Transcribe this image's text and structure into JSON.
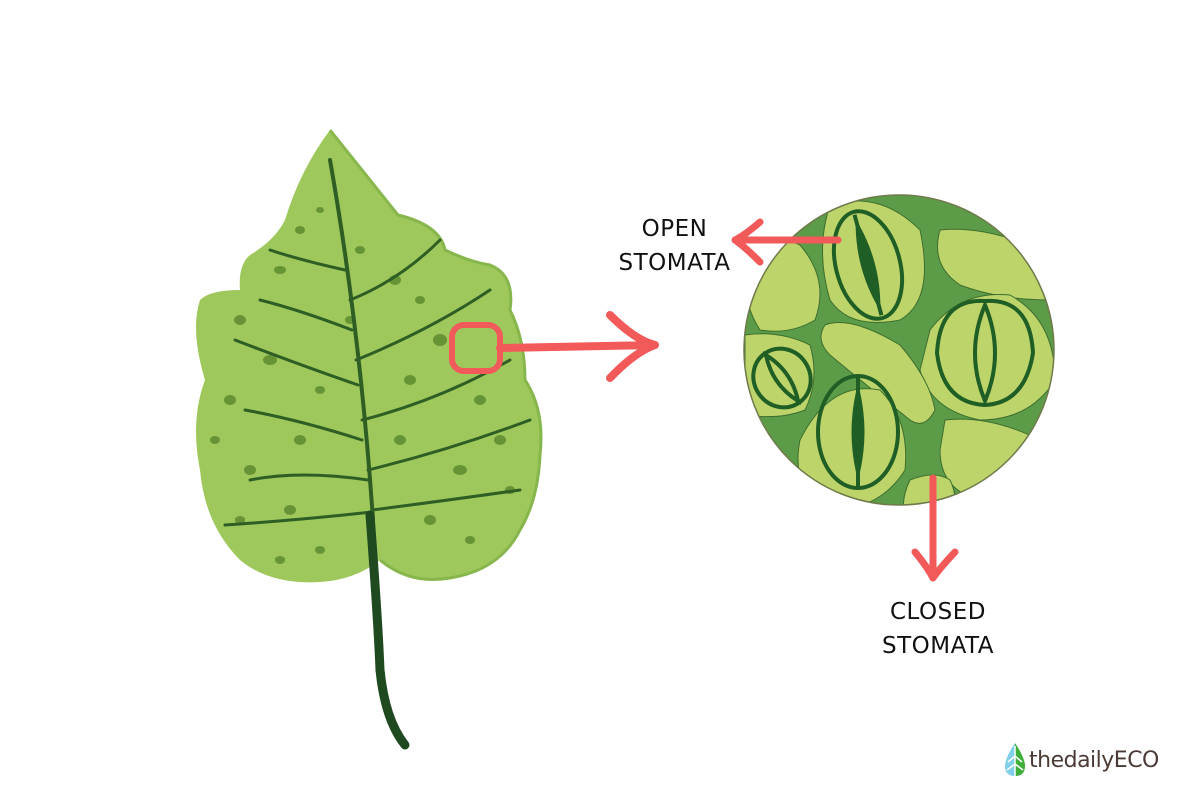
{
  "labels": {
    "open_line1": "OPEN",
    "open_line2": "STOMATA",
    "closed_line1": "CLOSED",
    "closed_line2": "STOMATA"
  },
  "logo": {
    "text": "thedailyECO"
  },
  "colors": {
    "arrow": "#f25a5a",
    "leaf_light": "#9ec85c",
    "leaf_dark": "#2f5e24",
    "cell_light": "#bdd46a",
    "cell_dark": "#5c9c48",
    "guard_outline": "#1f5e25"
  }
}
